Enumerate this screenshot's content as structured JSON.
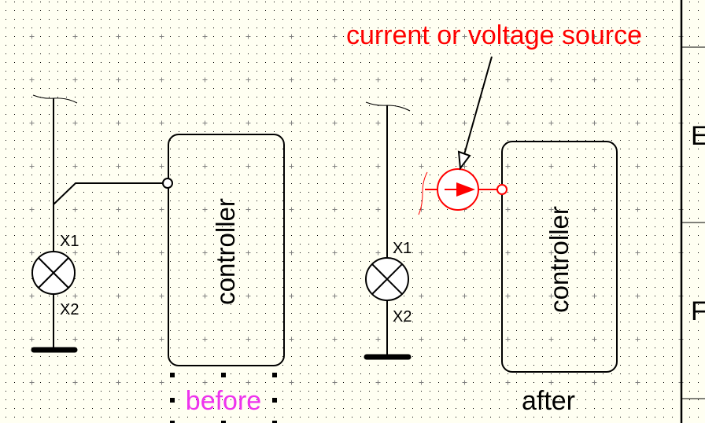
{
  "colors": {
    "background": "#fffff2",
    "grid_dot": "#000000",
    "grid_plus": "#808080",
    "wire": "#000000",
    "source": "#ff0000",
    "annotation": "#ff0000",
    "before_label": "#ee33ee",
    "after_label": "#000000"
  },
  "annotation": {
    "text": "current or voltage source"
  },
  "before": {
    "label": "before",
    "lamp": {
      "pin_top": "X1",
      "pin_bottom": "X2"
    },
    "controller": {
      "label": "controller"
    }
  },
  "after": {
    "label": "after",
    "lamp": {
      "pin_top": "X1",
      "pin_bottom": "X2"
    },
    "controller": {
      "label": "controller"
    },
    "source": {
      "type": "current-or-voltage-source"
    }
  },
  "frame": {
    "row_labels": [
      "E",
      "F"
    ]
  }
}
